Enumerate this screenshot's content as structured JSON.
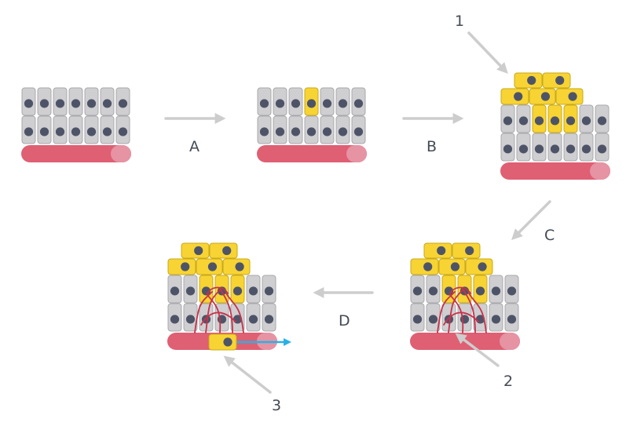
{
  "steps": {
    "a": {
      "label": "A"
    },
    "b": {
      "label": "B"
    },
    "c": {
      "label": "C"
    },
    "d": {
      "label": "D"
    }
  },
  "callouts": {
    "one": {
      "label": "1"
    },
    "two": {
      "label": "2"
    },
    "three": {
      "label": "3"
    }
  },
  "colors": {
    "normal_cell": "#cfcfd1",
    "cancer_cell": "#f7d433",
    "nucleus": "#4e5468",
    "vessel": "#df5f73",
    "vessel_end": "#e693a3",
    "blood_vessels_sprout": "#c8314a",
    "flow_arrow": "#29b1e6",
    "arrow_gray": "#cdcdcd",
    "label_text": "#444a56"
  }
}
